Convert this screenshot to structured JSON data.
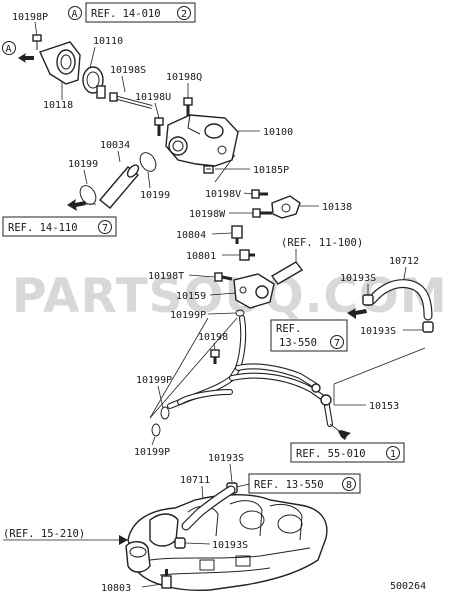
{
  "watermark": "PARTSOUQ.COM",
  "diagram_code": "500264",
  "callout_a": "A",
  "refs": {
    "ref_14_010": "REF. 14-010",
    "ref_14_010_num": "2",
    "ref_14_110": "REF. 14-110",
    "ref_14_110_num": "7",
    "ref_11_100": "(REF. 11-100)",
    "ref_13_550_a_line1": "REF.",
    "ref_13_550_a_line2": "13-550",
    "ref_13_550_a_num": "7",
    "ref_55_010": "REF. 55-010",
    "ref_55_010_num": "1",
    "ref_13_550_b": "REF. 13-550",
    "ref_13_550_b_num": "8",
    "ref_15_210": "(REF. 15-210)"
  },
  "part_labels": {
    "p10198P": "10198P",
    "p10110": "10110",
    "p10118": "10118",
    "p10198S_top": "10198S",
    "p10198Q": "10198Q",
    "p10198U": "10198U",
    "p10100": "10100",
    "p10034": "10034",
    "p10199_left": "10199",
    "p10199_right": "10199",
    "p10185P": "10185P",
    "p10198V": "10198V",
    "p10138": "10138",
    "p10198W": "10198W",
    "p10804": "10804",
    "p10801": "10801",
    "p10198T": "10198T",
    "p10159": "10159",
    "p10199P_top": "10199P",
    "p10198": "10198",
    "p10712": "10712",
    "p10193S_upper1": "10193S",
    "p10193S_upper2": "10193S",
    "p10199P_mid": "10199P",
    "p10153": "10153",
    "p10199P_low": "10199P",
    "p10193S_low1": "10193S",
    "p10711": "10711",
    "p10193S_low2": "10193S",
    "p10803": "10803"
  }
}
